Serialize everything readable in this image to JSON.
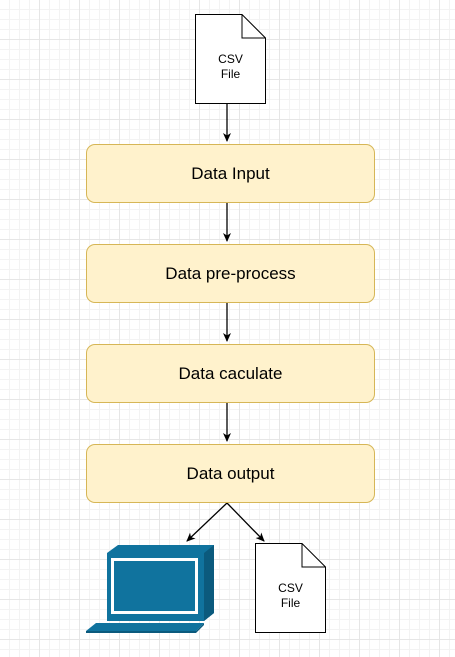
{
  "diagram": {
    "input_file": {
      "label": "CSV\nFile"
    },
    "steps": [
      {
        "label": "Data Input"
      },
      {
        "label": "Data pre-process"
      },
      {
        "label": "Data caculate"
      },
      {
        "label": "Data output"
      }
    ],
    "outputs": {
      "computer": {
        "icon": "computer-icon",
        "color": "#10739e"
      },
      "output_file": {
        "label": "CSV\nFile"
      }
    }
  },
  "colors": {
    "process_fill": "#fff2cc",
    "process_stroke": "#d6b656",
    "computer": "#10739e",
    "connector": "#000000"
  }
}
